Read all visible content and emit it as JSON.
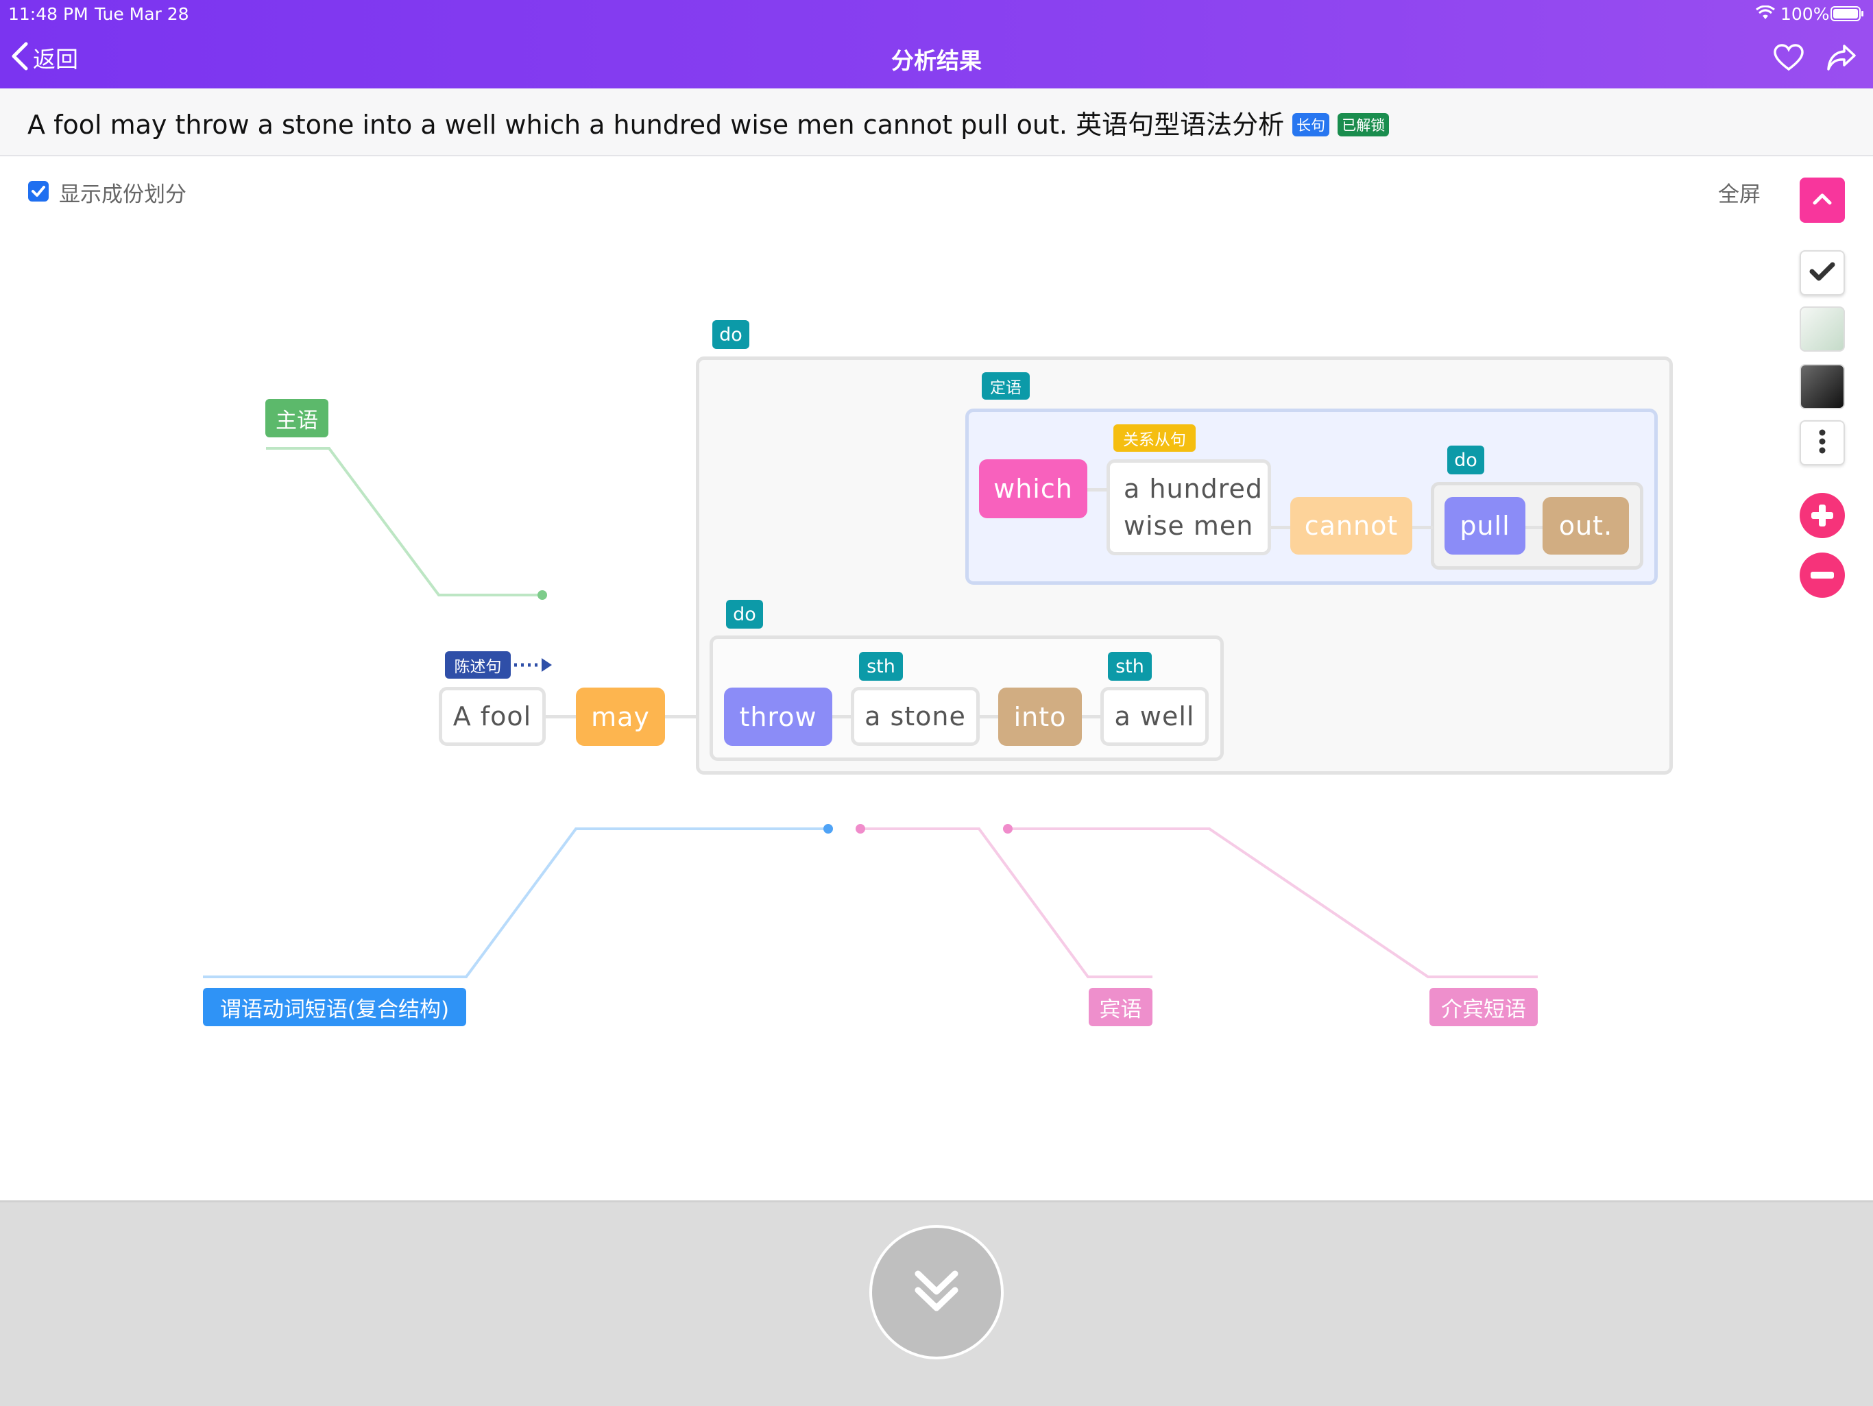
{
  "status_bar": {
    "time": "11:48 PM",
    "date": "Tue Mar 28",
    "battery": "100%"
  },
  "nav": {
    "back_label": "返回",
    "title": "分析结果"
  },
  "sentence": {
    "text": "A fool may throw a stone into a well which a hundred wise men cannot pull out. 英语句型语法分析",
    "badge_long": "长句",
    "badge_unlocked": "已解锁"
  },
  "options": {
    "show_components_label": "显示成份划分",
    "show_components_checked": true,
    "fullscreen_label": "全屏"
  },
  "diagram": {
    "words": {
      "a_fool": "A fool",
      "may": "may",
      "throw": "throw",
      "a_stone": "a stone",
      "into": "into",
      "a_well": "a well",
      "which": "which",
      "a_hundred": "a hundred",
      "wise_men": "wise men",
      "cannot": "cannot",
      "pull": "pull",
      "out": "out."
    },
    "tags": {
      "do_outer": "do",
      "do_inner": "do",
      "do_clause": "do",
      "sth1": "sth",
      "sth2": "sth",
      "dingyu": "定语",
      "guanxi": "关系从句",
      "chenshu": "陈述句"
    },
    "labels": {
      "subject": "主语",
      "predicate": "谓语动词短语(复合结构)",
      "object": "宾语",
      "prep_object": "介宾短语"
    }
  },
  "colors": {
    "header_start": "#7b34f0",
    "header_end": "#9a4ef0",
    "purple_word": "#8b8cf7",
    "orange_word": "#fdb54f",
    "tan_word": "#d1ad82",
    "pink_word": "#f861bd",
    "light_orange": "#fdd39a",
    "teal_tag": "#0c9aa8",
    "subject_green": "#5cb96b",
    "predicate_blue": "#2f93f6",
    "object_pink": "#ee8fcc"
  }
}
